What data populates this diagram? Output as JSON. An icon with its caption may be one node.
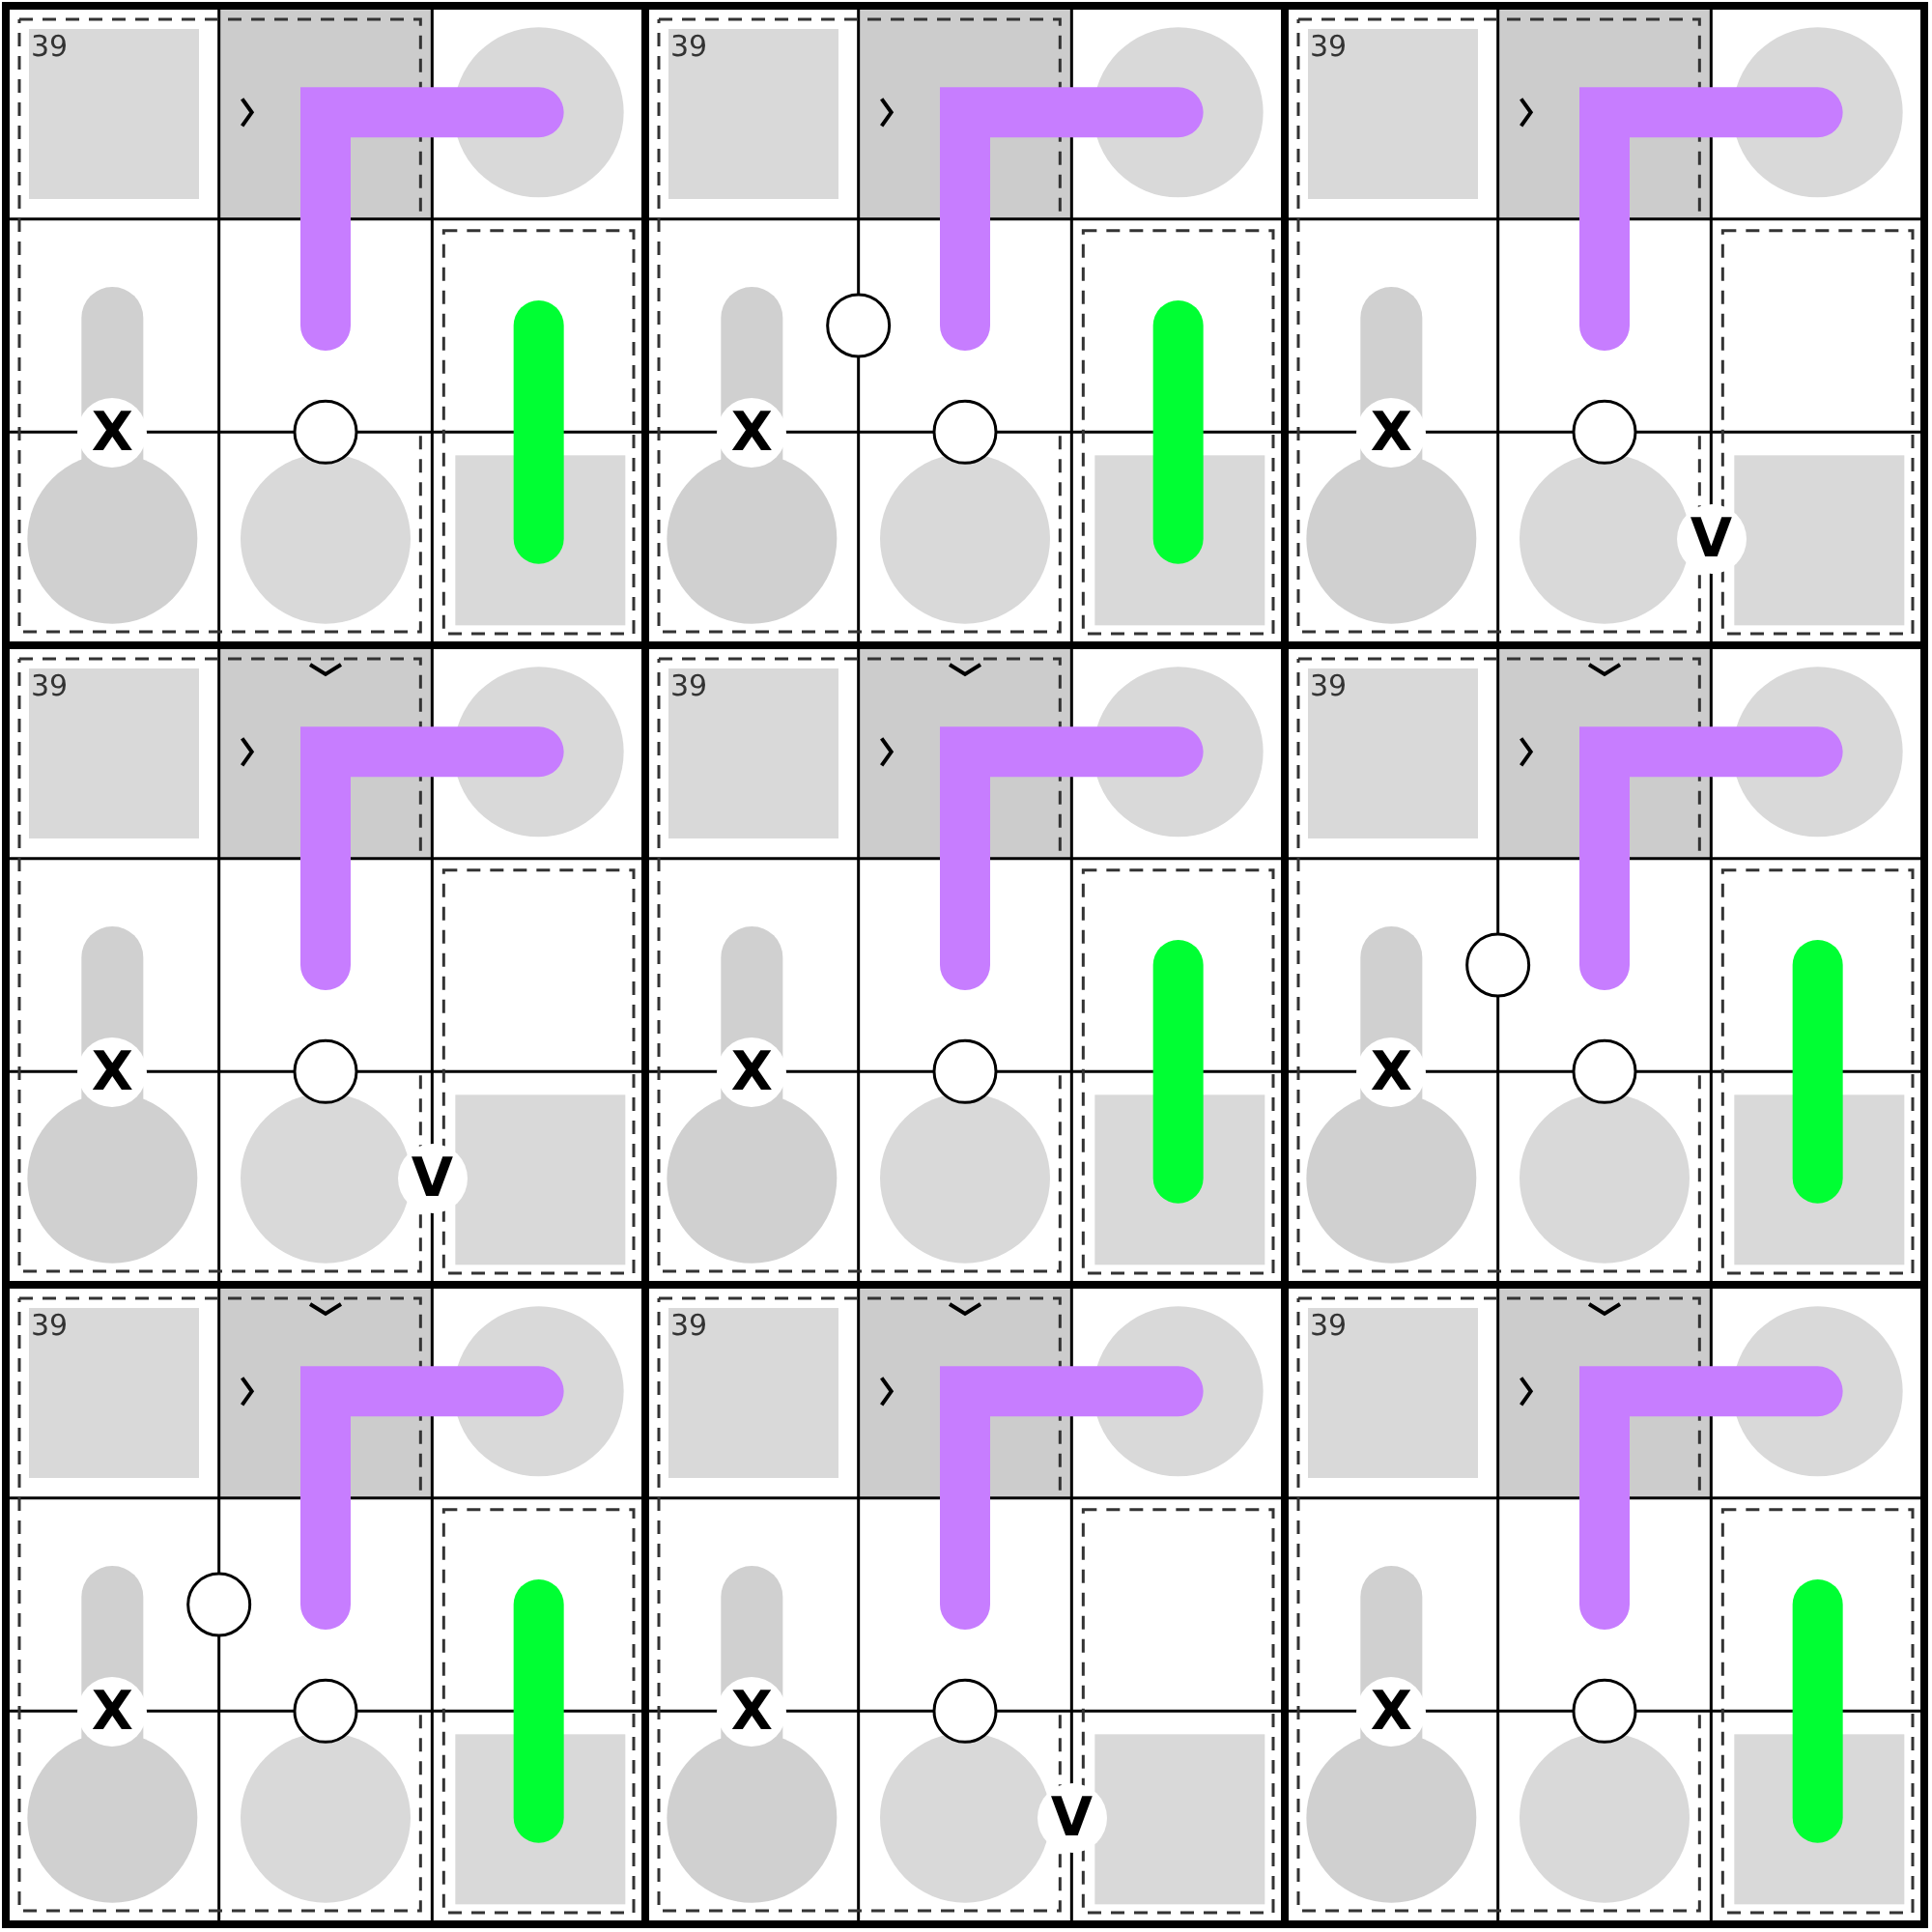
{
  "diagram": {
    "labels": [
      "39",
      "39",
      "39",
      "X",
      "X",
      "X",
      "V",
      "39",
      "39",
      "39",
      "X",
      "X",
      "X",
      "V",
      "39",
      "39",
      "39",
      "X",
      "X",
      "X",
      "V"
    ]
  }
}
